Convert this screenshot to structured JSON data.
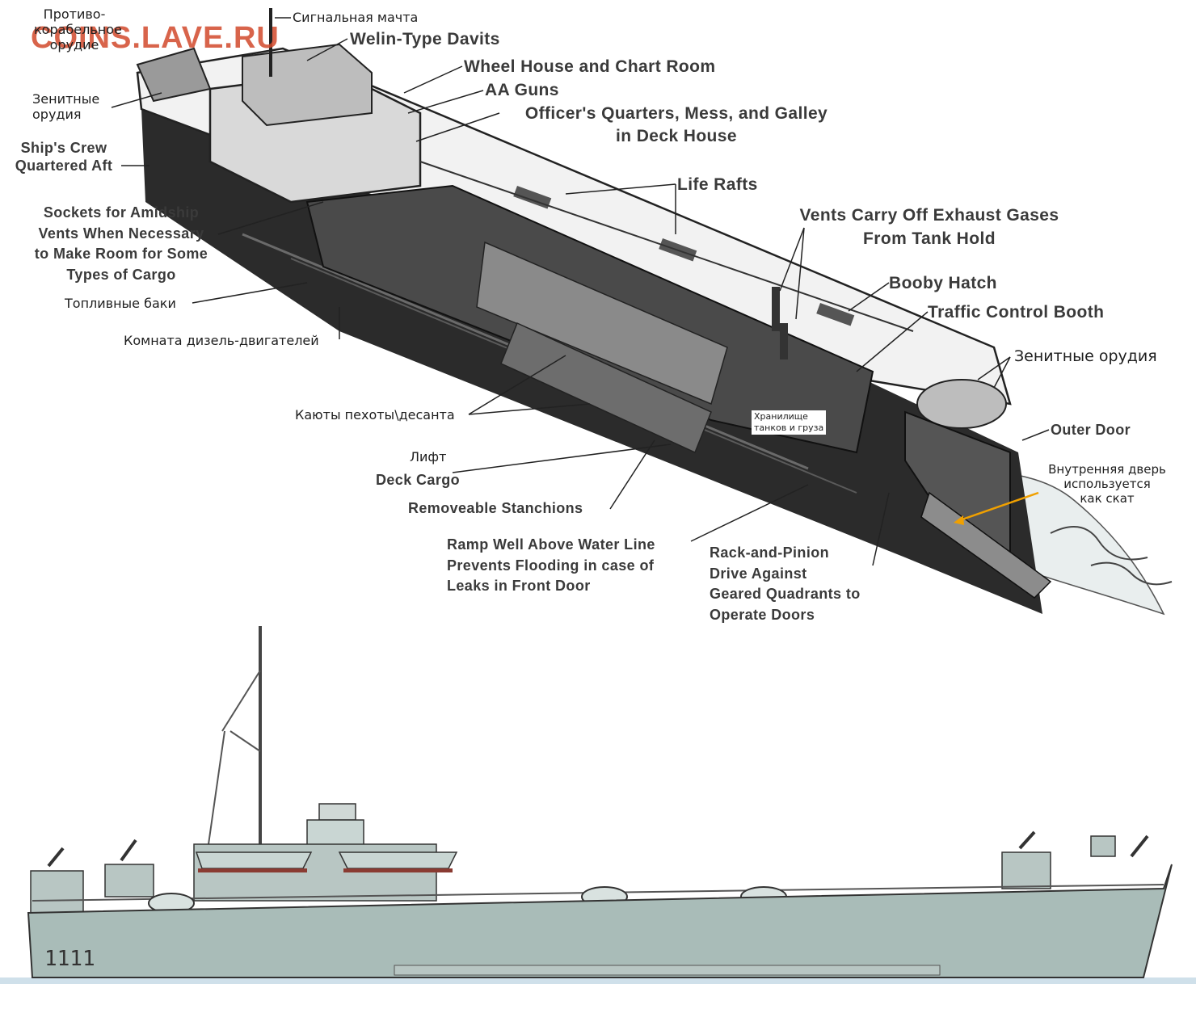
{
  "watermark": "COINS.LAVE.RU",
  "labels": {
    "anti_ship_gun": "Противо-\nкорабельное\nорудие",
    "signal_mast": "Сигнальная мачта",
    "welin_davits": "Welin-Type Davits",
    "wheel_house": "Wheel House and Chart Room",
    "aa_guns": "AA Guns",
    "officers_quarters": "Officer's Quarters, Mess, and Galley\nin Deck House",
    "aa_guns_ru_left": "Зенитные\nорудия",
    "crew_aft": "Ship's Crew\nQuartered Aft",
    "sockets": "Sockets for Amidship\nVents When Necessary\nto Make Room for Some\nTypes of Cargo",
    "life_rafts": "Life Rafts",
    "vents": "Vents Carry Off Exhaust Gases\nFrom Tank Hold",
    "fuel_tanks": "Топливные баки",
    "booby_hatch": "Booby Hatch",
    "traffic_booth": "Traffic Control Booth",
    "diesel_room": "Комната дизель-двигателей",
    "aa_guns_ru_right": "Зенитные орудия",
    "troop_quarters": "Каюты пехоты\\десанта",
    "tank_storage": "Хранилище\nтанков и груза",
    "outer_door": "Outer Door",
    "lift": "Лифт",
    "inner_door": "Внутренняя дверь\nиспользуется\nкак скат",
    "deck_cargo": "Deck Cargo",
    "stanchions": "Removeable Stanchions",
    "ramp_well": "Ramp Well Above Water Line\nPrevents Flooding in case of\nLeaks in Front Door",
    "rack_pinion": "Rack-and-Pinion\nDrive Against\nGeared Quadrants to\nOperate Doors"
  },
  "colors": {
    "ink": "#1a1a1a",
    "hull": "#a9bcb8",
    "hull_light": "#c9d6d3",
    "deck_red": "#8a3b32",
    "water": "#cfe0ea",
    "arrow": "#f0a000",
    "watermark": "#d24a2c"
  }
}
